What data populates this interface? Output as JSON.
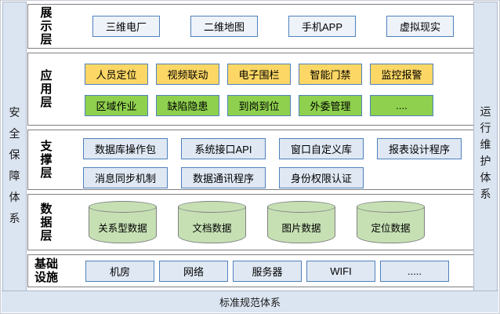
{
  "diagram": {
    "left_system": "安全保障体系",
    "right_system": "运行维护体系",
    "bottom_system": "标准规范体系",
    "layers": [
      {
        "id": "display",
        "label": "展示层",
        "rows": [
          {
            "style": "blue",
            "items": [
              "三维电厂",
              "二维地图",
              "手机APP",
              "虚拟现实"
            ]
          }
        ]
      },
      {
        "id": "app",
        "label": "应用层",
        "rows": [
          {
            "style": "yellow",
            "items": [
              "人员定位",
              "视频联动",
              "电子围栏",
              "智能门禁",
              "监控报警"
            ]
          },
          {
            "style": "green",
            "items": [
              "区域作业",
              "缺陷隐患",
              "到岗到位",
              "外委管理",
              "...."
            ]
          }
        ]
      },
      {
        "id": "support",
        "label": "支撑层",
        "rows": [
          {
            "style": "blue",
            "items": [
              "数据库操作包",
              "系统接口API",
              "窗口自定义库",
              "报表设计程序"
            ]
          },
          {
            "style": "blue",
            "items": [
              "消息同步机制",
              "数据通讯程序",
              "身份权限认证"
            ]
          }
        ]
      },
      {
        "id": "data",
        "label": "数据层",
        "rows": [
          {
            "style": "cylinder",
            "items": [
              "关系型数据",
              "文档数据",
              "图片数据",
              "定位数据"
            ]
          }
        ]
      },
      {
        "id": "infra",
        "label": "基础设施",
        "rows": [
          {
            "style": "blue",
            "items": [
              "机房",
              "网络",
              "服务器",
              "WIFI",
              "....."
            ]
          }
        ]
      }
    ],
    "colors": {
      "box_border": "#4f81bd",
      "yellow_box": "#fcd765",
      "green_box": "#8fd04e",
      "light_blue_box": "#dfe8f3",
      "display_box": "#eef3fa",
      "cylinder_fill": "#c6e0b4",
      "pillar_fill": "#dbe5f1",
      "layer_border": "#7f7f7f"
    }
  }
}
